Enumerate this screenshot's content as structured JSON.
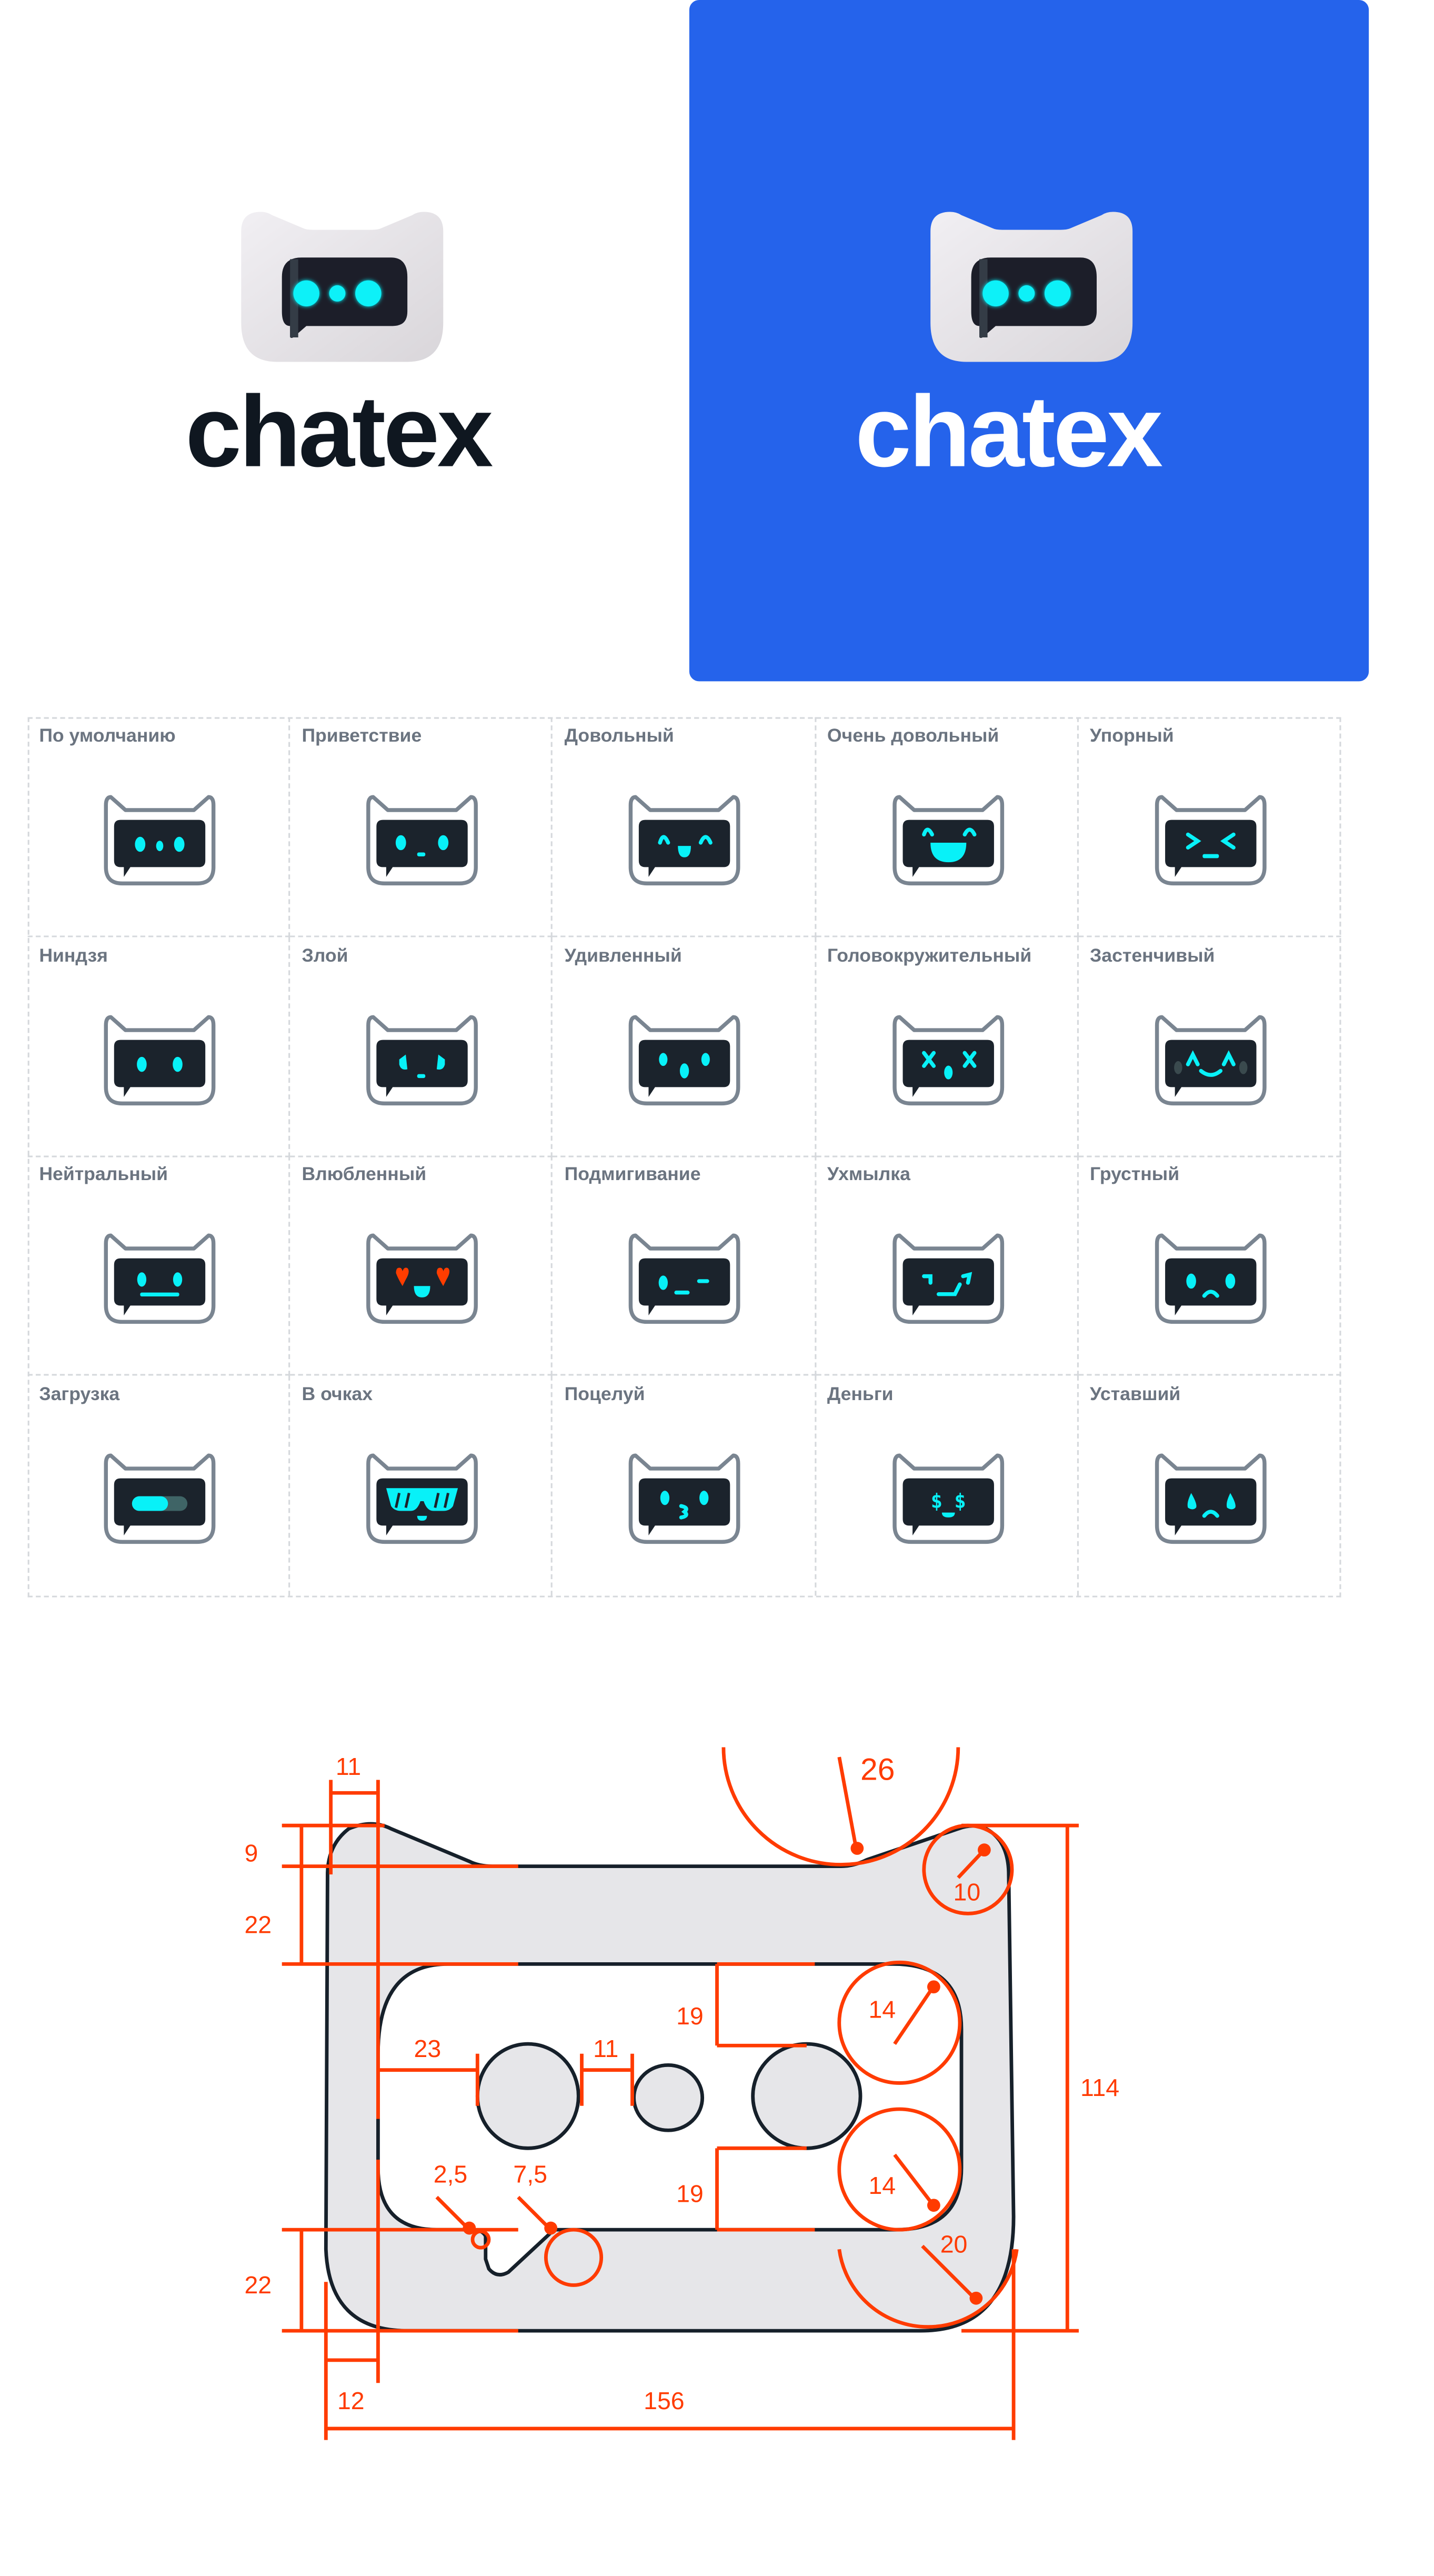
{
  "brand": {
    "name": "chatex",
    "colors": {
      "blue": "#2563eb",
      "cyan": "#08f1f8",
      "screen": "#1b232c",
      "outline": "#7a8591",
      "dimension": "#ff3b00",
      "heart": "#ff3d00"
    }
  },
  "logos": [
    {
      "variant": "light",
      "wordmark": "chatex"
    },
    {
      "variant": "blue",
      "wordmark": "chatex"
    }
  ],
  "emotions": [
    {
      "label": "По умолчанию",
      "face": "default"
    },
    {
      "label": "Приветствие",
      "face": "greeting"
    },
    {
      "label": "Довольный",
      "face": "pleased"
    },
    {
      "label": "Очень довольный",
      "face": "very-pleased"
    },
    {
      "label": "Упорный",
      "face": "stubborn"
    },
    {
      "label": "Ниндзя",
      "face": "ninja"
    },
    {
      "label": "Злой",
      "face": "angry"
    },
    {
      "label": "Удивленный",
      "face": "surprised"
    },
    {
      "label": "Головокружительный",
      "face": "dizzy"
    },
    {
      "label": "Застенчивый",
      "face": "shy"
    },
    {
      "label": "Нейтральный",
      "face": "neutral"
    },
    {
      "label": "Влюбленный",
      "face": "in-love"
    },
    {
      "label": "Подмигивание",
      "face": "wink"
    },
    {
      "label": "Ухмылка",
      "face": "smirk"
    },
    {
      "label": "Грустный",
      "face": "sad"
    },
    {
      "label": "Загрузка",
      "face": "loading",
      "progress": 0.65
    },
    {
      "label": "В очках",
      "face": "glasses"
    },
    {
      "label": "Поцелуй",
      "face": "kiss"
    },
    {
      "label": "Деньги",
      "face": "money",
      "symbols": "$ $"
    },
    {
      "label": "Уставший",
      "face": "tired"
    }
  ],
  "dimensions": {
    "ear_width": "11",
    "ear_height": "9",
    "top_band": "22",
    "top_notch_radius": "26",
    "ear_radius": "10",
    "gap_top": "19",
    "eye_offset": "23",
    "eye_gap": "11",
    "corner_radius_top": "14",
    "total_height": "114",
    "tail_small_radius": "2,5",
    "tail_radius": "7,5",
    "gap_bottom": "19",
    "corner_radius_bottom": "14",
    "bottom_right_radius": "20",
    "bottom_band": "22",
    "side_width": "12",
    "total_width": "156"
  }
}
